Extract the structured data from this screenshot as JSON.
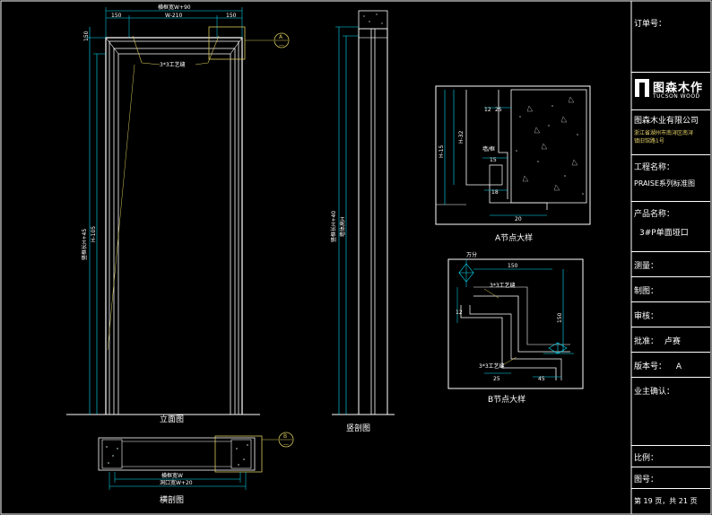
{
  "drawing": {
    "elevation_caption": "立面图",
    "vsection_caption": "竖剖图",
    "hsection_caption": "横剖图",
    "node_a_caption": "A节点大样",
    "node_b_caption": "B节点大样",
    "dims": {
      "top_outer": "横框宽W+90",
      "top_inner": "W-210",
      "top_left": "150",
      "top_right": "150",
      "left_total": "竖框长H+45",
      "left_inner": "H-105",
      "left_top": "150",
      "vsec_total": "竖框长H+40",
      "vsec_total2": "墙体高H",
      "hsec_top": "横框宽W",
      "hsec_bottom": "洞口宽W+20",
      "gap_label": "3*3工艺缝",
      "a_h": "H-15",
      "a_h2": "H-32",
      "a_w": "20",
      "a_12": "12",
      "a_25": "25",
      "a_15": "15",
      "a_18": "18",
      "a_label": "墙/框",
      "b_top": "150",
      "b_right": "150",
      "b_12": "12",
      "b_25": "25",
      "b_45": "45",
      "b_top_mark": "万分",
      "b_gap1": "3*3工艺缝",
      "b_gap2": "3*3工艺缝"
    },
    "markers": {
      "elev_a": "A",
      "elev_a_sub": "—",
      "hsec_b": "B",
      "hsec_b_sub": "—"
    }
  },
  "title_block": {
    "order_label": "订单号：",
    "logo_cn": "图森木作",
    "logo_en": "TUCSON WOOD",
    "company": "图森木业有限公司",
    "address_line1": "浙江省湖州市南浔区南浔",
    "address_line2": "镇旧馆路1号",
    "project_label": "工程名称：",
    "project_value": "PRAISE系列标准图",
    "product_label": "产品名称：",
    "product_value": "3#P单面垭口",
    "measure_label": "测量：",
    "draw_label": "制图：",
    "review_label": "审核：",
    "approve_label": "批准：",
    "approve_value": "卢赛",
    "version_label": "版本号：",
    "version_value": "A",
    "owner_label": "业主确认：",
    "scale_label": "比例：",
    "dwg_label": "图号：",
    "page_label": "第 19 页，共 21 页"
  },
  "colors": {
    "background": "#000000",
    "line_white": "#ffffff",
    "dim_cyan": "#00e5ff",
    "leader_yellow": "#d6c85a",
    "text_white": "#ffffff"
  }
}
